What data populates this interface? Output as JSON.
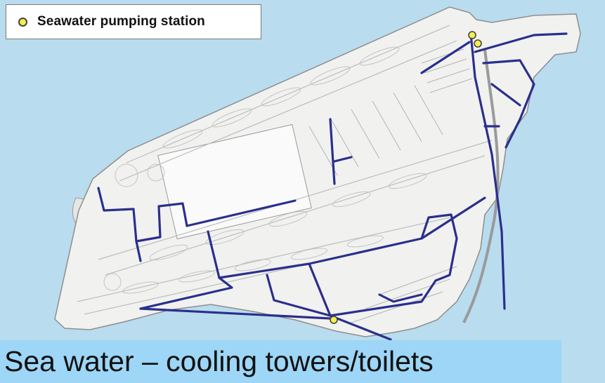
{
  "legend": {
    "label": "Seawater pumping station",
    "marker_color": "#f2f04a",
    "marker_icon": "yellow-circle"
  },
  "caption": {
    "text": "Sea water – cooling towers/toilets"
  },
  "colors": {
    "sea": "#b9dcef",
    "land": "#f1f1ef",
    "pipeline": "#2a2f8c",
    "caption_band": "#9dd6f6"
  }
}
